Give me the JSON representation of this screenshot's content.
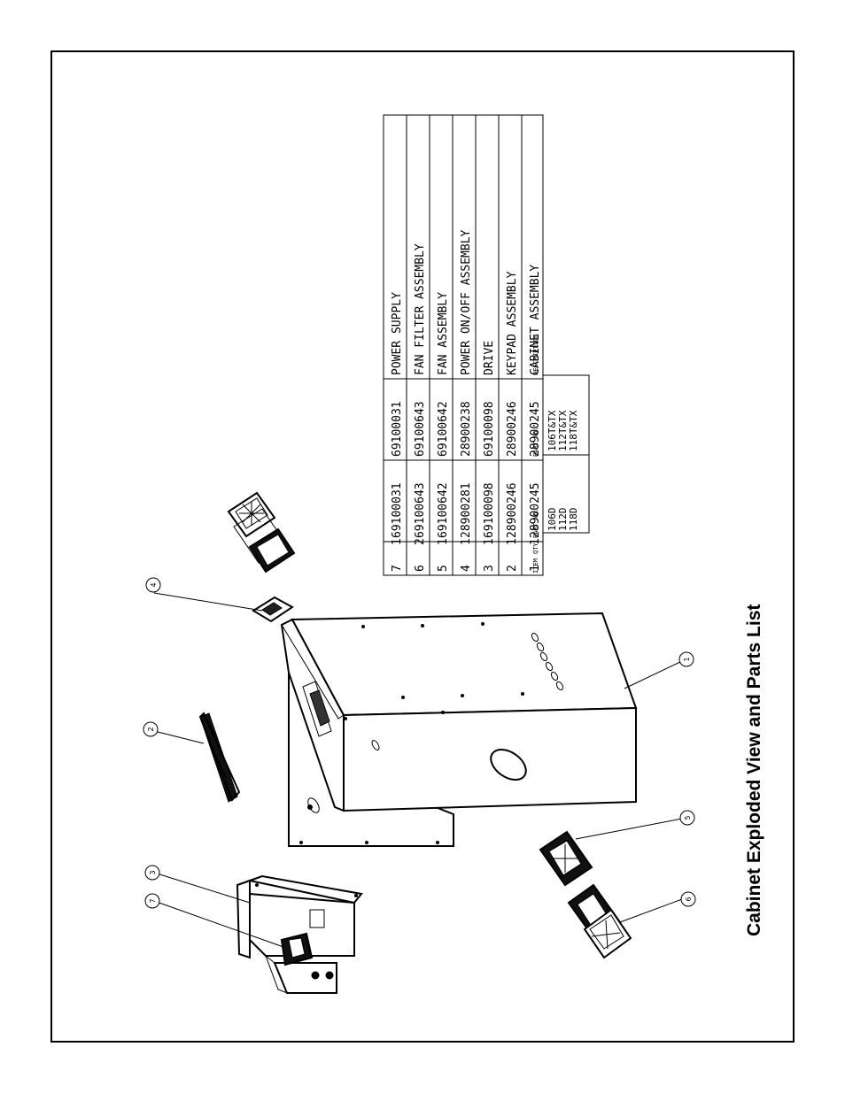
{
  "title": "Cabinet Exploded View and Parts List",
  "callouts": [
    "1",
    "2",
    "3",
    "4",
    "5",
    "6",
    "7"
  ],
  "parts_table": {
    "rows": [
      {
        "item": "7",
        "qty": "1",
        "part_a": "69100031",
        "part_b": "69100031",
        "description": "POWER SUPPLY"
      },
      {
        "item": "6",
        "qty": "2",
        "part_a": "69100643",
        "part_b": "69100643",
        "description": "FAN FILTER ASSEMBLY"
      },
      {
        "item": "5",
        "qty": "1",
        "part_a": "69100642",
        "part_b": "69100642",
        "description": "FAN ASSEMBLY"
      },
      {
        "item": "4",
        "qty": "1",
        "part_a": "28900281",
        "part_b": "28900238",
        "description": "POWER ON/OFF ASSEMBLY"
      },
      {
        "item": "3",
        "qty": "1",
        "part_a": "69100098",
        "part_b": "69100098",
        "description": "DRIVE"
      },
      {
        "item": "2",
        "qty": "1",
        "part_a": "28900246",
        "part_b": "28900246",
        "description": "KEYPAD ASSEMBLY"
      },
      {
        "item": "1",
        "qty": "1",
        "part_a": "28900245",
        "part_b": "28900245",
        "description": "CABINET ASSEMBLY"
      }
    ],
    "headers": {
      "item": "ITEM",
      "qty": "QTY.",
      "part_a": "PART NO.",
      "part_b": "PART NO.",
      "description": "DESCRIPTION"
    },
    "models_a": [
      "106D",
      "112D",
      "118D"
    ],
    "models_b": [
      "106T&TX",
      "112T&TX",
      "118T&TX"
    ]
  }
}
